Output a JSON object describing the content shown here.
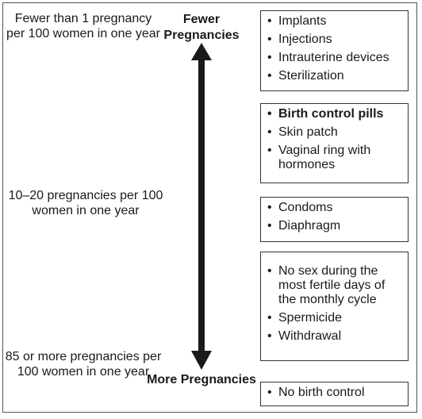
{
  "effectiveness_labels": {
    "high": "Fewer than 1 pregnancy per 100 women in one year",
    "mid": "10–20 pregnancies per 100 women in one year",
    "low": "85 or more pregnancies per 100 women in one year"
  },
  "arrow": {
    "top_label": "Fewer Pregnancies",
    "bottom_label": "More Pregnancies",
    "color": "#1a1a1a"
  },
  "groups": [
    {
      "items": [
        "Implants",
        "Injections",
        "Intrauterine devices",
        "Sterilization"
      ]
    },
    {
      "items": [
        "Birth control pills",
        "Skin patch",
        "Vaginal ring with hormones"
      ]
    },
    {
      "items": [
        "Condoms",
        "Diaphragm"
      ]
    },
    {
      "items": [
        "No sex during the most fertile days of the monthly cycle",
        "Spermicide",
        "Withdrawal"
      ]
    },
    {
      "items": [
        "No birth control"
      ]
    }
  ]
}
